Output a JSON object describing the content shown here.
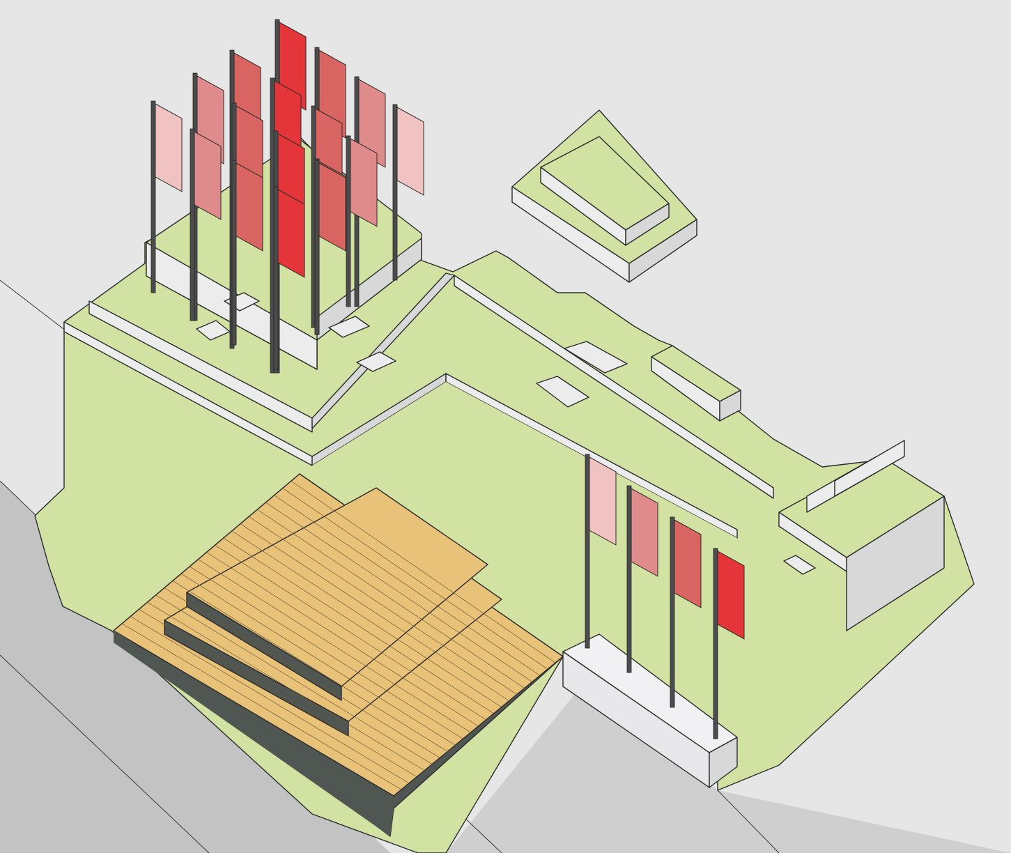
{
  "diagram": {
    "kind": "isometric site plan",
    "colors": {
      "background": "#e6e6e6",
      "road": "#cfcfcf",
      "road_dark": "#c3c3c3",
      "lawn": "#d1e2a2",
      "side_face": "#ececec",
      "side_shadow": "#d8d8d8",
      "deck": "#e9c27a",
      "deck_dark": "#505651",
      "plinth": "#f1f1f3",
      "pole": "#4c4c4c",
      "flag_1": "#f0c2c2",
      "flag_2": "#e08b8b",
      "flag_3": "#d86561",
      "flag_4": "#e3353a"
    },
    "flag_cluster": {
      "count": 17,
      "shades": [
        1,
        2,
        3,
        4,
        3,
        2,
        1,
        2,
        3,
        4,
        3,
        2,
        3,
        4,
        3,
        4,
        3
      ]
    },
    "flag_row": {
      "count": 4,
      "shades": [
        1,
        2,
        3,
        4
      ]
    },
    "elements": [
      "terraced-lawn",
      "timber-stepped-deck",
      "concrete-plinth",
      "stepped-block",
      "tiered-stairs"
    ]
  }
}
